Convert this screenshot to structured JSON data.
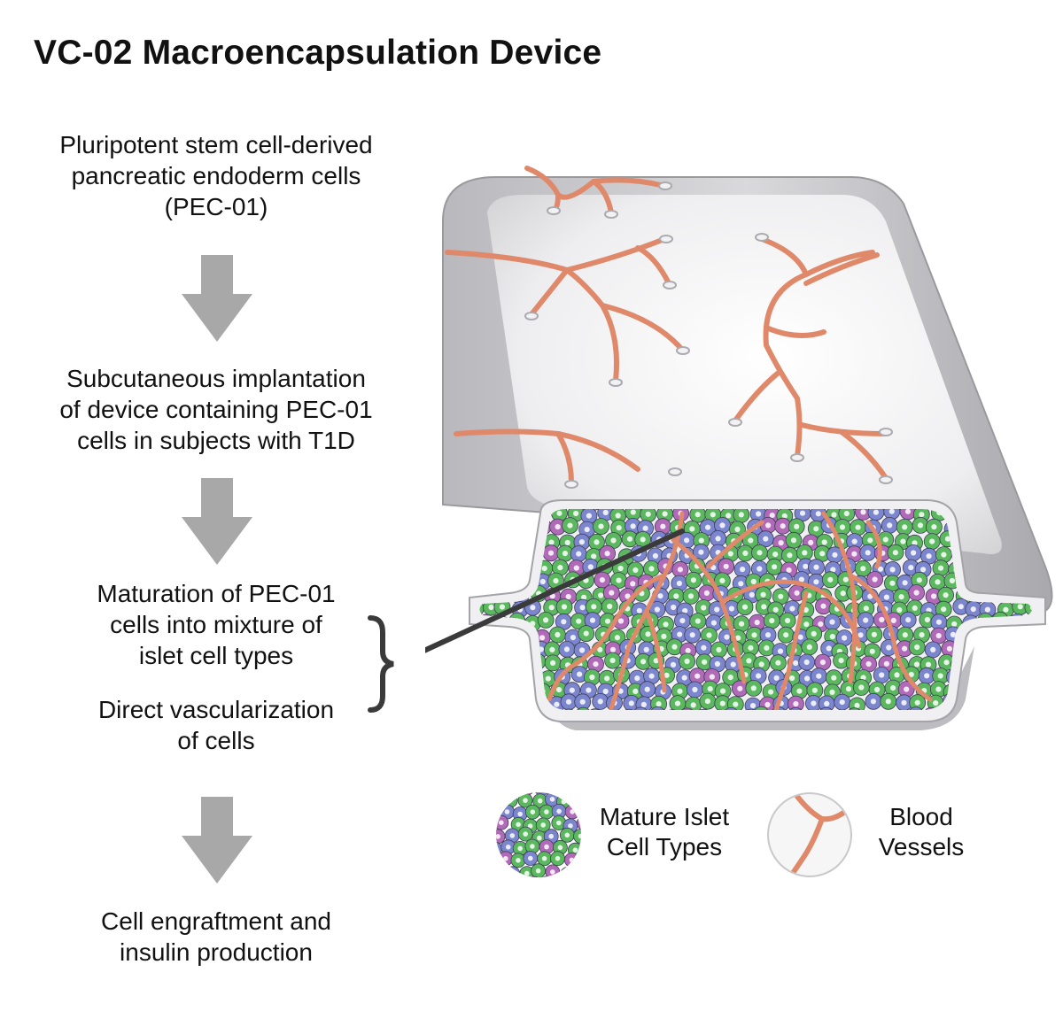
{
  "title": "VC-02 Macroencapsulation Device",
  "steps": [
    "Pluripotent stem cell-derived\npancreatic endoderm cells\n(PEC-01)",
    "Subcutaneous implantation\nof device containing PEC-01\ncells in subjects with T1D",
    "Maturation of PEC-01\ncells into mixture of\nislet cell types",
    "Direct vascularization\nof cells",
    "Cell engraftment and\ninsulin production"
  ],
  "legend": [
    {
      "label": "Mature Islet\nCell Types",
      "icon": "islet-cells-icon"
    },
    {
      "label": "Blood\nVessels",
      "icon": "blood-vessel-icon"
    }
  ],
  "colors": {
    "arrow": "#a8a8a8",
    "device_shell": "#c9c9cc",
    "device_inner": "#ececee",
    "vessel": "#e0896a",
    "cell_green": "#5bb85e",
    "cell_blue": "#7b86cf",
    "cell_purple": "#b06ab8",
    "leader_line": "#3a3a3a"
  }
}
